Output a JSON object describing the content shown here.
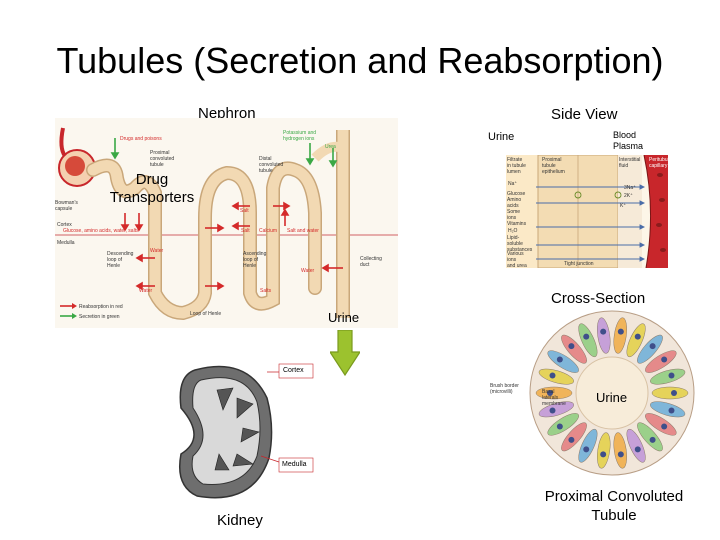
{
  "slide": {
    "title": "Tubules (Secretion and Reabsorption)",
    "labels": {
      "nephron": "Nephron",
      "side_view": "Side View",
      "urine_top": "Urine",
      "blood_plasma": "Blood\nPlasma",
      "drug_transporters": "Drug\nTransporters",
      "urine_arrow": "Urine",
      "cross_section": "Cross-Section",
      "urine_cross": "Urine",
      "kidney": "Kidney",
      "pct": "Proximal Convoluted\nTubule"
    },
    "nephron_diagram": {
      "cortex": "Cortex",
      "medulla": "Medulla",
      "bowmans": "Bowman's\ncapsule",
      "drugs_poisons": "Drugs and poisons",
      "potassium": "Potassium and\nhydrogen ions",
      "urea": "Urea",
      "pct": "Proximal\nconvoluted\ntubule",
      "dct": "Distal\nconvoluted\ntubule",
      "salt1": "Salt",
      "salt2": "Salt",
      "calcium": "Calcium",
      "salt_water": "Salt and water",
      "glucose_row": "Glucose, amino acids, water, salts",
      "desc_loop": "Descending\nloop of\nHenle",
      "asc_loop": "Ascending\nloop of\nHenle",
      "water1": "Water",
      "water2": "Water",
      "water3": "Water",
      "salts": "Salts",
      "collecting": "Collecting\nduct",
      "loop": "Loop of Henle",
      "reabsorption": "Reabsorption in red",
      "secretion": "Secretion in green"
    },
    "side_view_diagram": {
      "lumen": "Filtrate\nin tubule\nlumen",
      "cells": "Proximal\ntubule\nepithelium",
      "interstitial": "Interstitial\nfluid",
      "capillary": "Peritubular\ncapillary",
      "na": "Na⁺",
      "glucose": "Glucose\nAmino\nacids\nSome\nions\nVitamins",
      "k": "K⁺",
      "h2o": "H₂O",
      "lipid": "Lipid-\nsoluble\nsubstances",
      "various": "Various\nions\nand urea",
      "tight": "Tight junction",
      "na3": "3Na⁺",
      "k2": "2K⁺"
    },
    "cross_section_diagram": {
      "brush_border": "Brush border\n(microvilli)",
      "basal": "Basal\nlaterals\nmembrane"
    },
    "kidney_diagram": {
      "cortex": "Cortex",
      "medulla": "Medulla"
    },
    "colors": {
      "tubule": "#f2d9b3",
      "tubule_edge": "#c9a77a",
      "red": "#d42a2a",
      "green": "#3aa845",
      "arrow_green": "#7a9a1e",
      "arrow_fill": "#9cc22e",
      "capillary": "#c8262b"
    }
  }
}
